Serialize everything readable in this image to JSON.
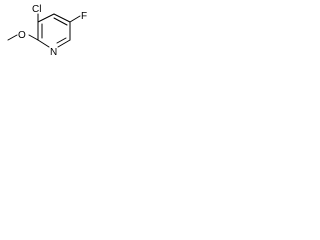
{
  "molecule": {
    "atoms": {
      "cl": "Cl",
      "o": "O",
      "f": "F",
      "n": "N"
    }
  }
}
